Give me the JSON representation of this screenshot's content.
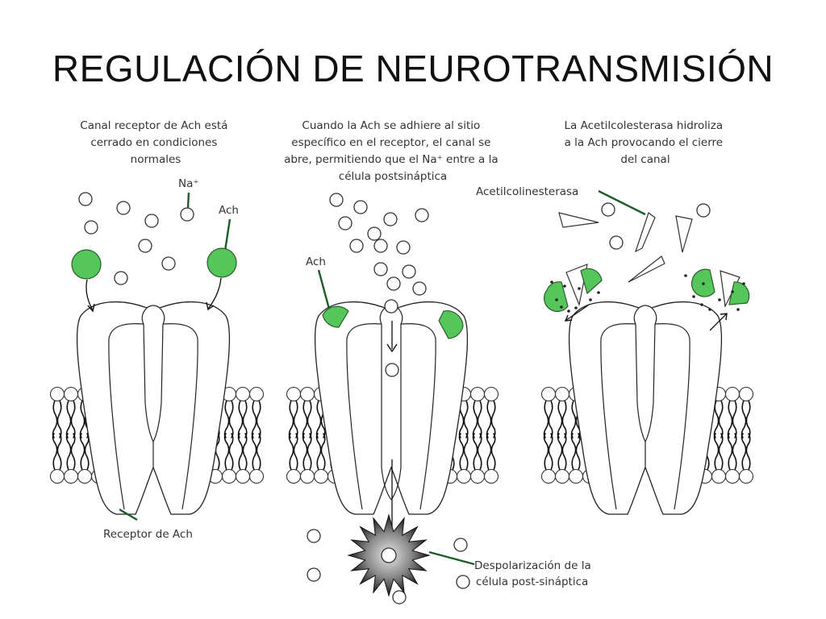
{
  "title": "REGULACIÓN DE NEUROTRANSMISIÓN",
  "panels": [
    {
      "caption": [
        "Canal receptor de Ach está",
        "cerrado en condiciones",
        "normales"
      ],
      "labels": {
        "na": "Na⁺",
        "ach": "Ach",
        "receptor": "Receptor de Ach"
      }
    },
    {
      "caption": [
        "Cuando la Ach se adhiere al sitio",
        "específico en el receptor, el canal se",
        "abre, permitiendo que el Na⁺ entre a la",
        "célula postsináptica"
      ],
      "labels": {
        "ach": "Ach",
        "depolarization": [
          "Despolarización de la",
          "célula post-sináptica"
        ]
      }
    },
    {
      "caption": [
        "La Acetilcolesterasa hidroliza",
        "a la Ach provocando el cierre",
        "del canal"
      ],
      "labels": {
        "enzyme": "Acetilcolinesterasa"
      }
    }
  ],
  "colors": {
    "ach": "#55c75a",
    "leader": "#1f5c2a",
    "outline": "#222222"
  }
}
